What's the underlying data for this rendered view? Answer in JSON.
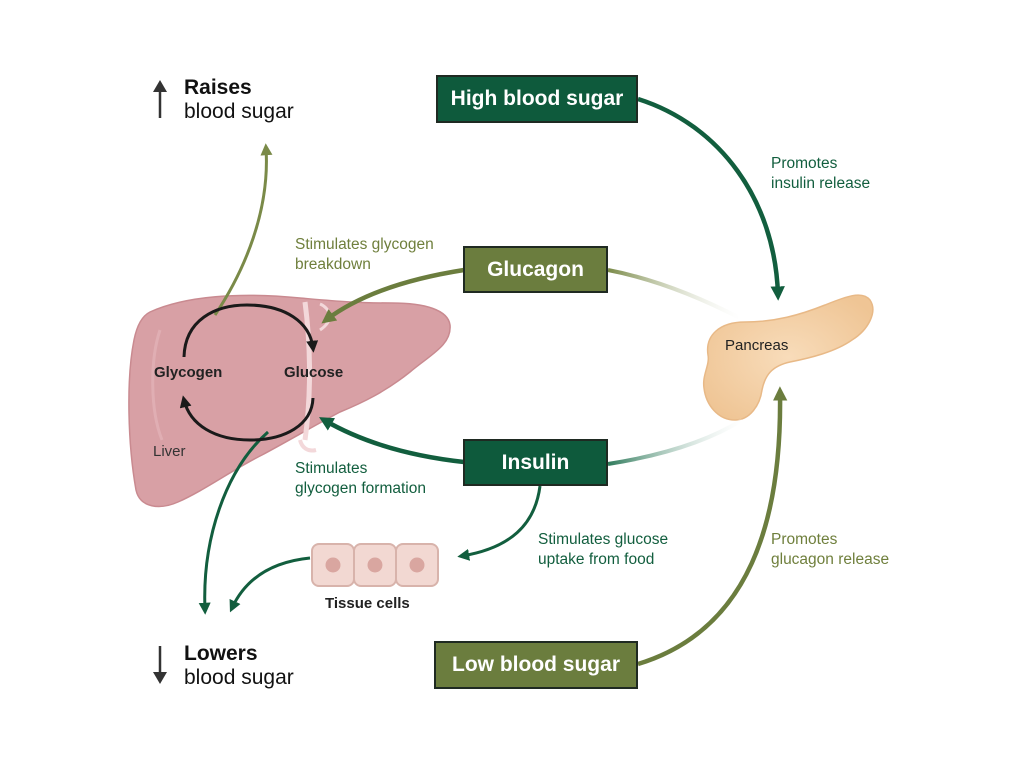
{
  "boxes": {
    "high": "High blood sugar",
    "glucagon": "Glucagon",
    "insulin": "Insulin",
    "low": "Low blood sugar"
  },
  "outcomes": {
    "raises_bold": "Raises",
    "raises_rest": "blood sugar",
    "lowers_bold": "Lowers",
    "lowers_rest": "blood sugar"
  },
  "labels": {
    "promotes_insulin_1": "Promotes",
    "promotes_insulin_2": "insulin release",
    "stim_breakdown_1": "Stimulates glycogen",
    "stim_breakdown_2": "breakdown",
    "stim_formation_1": "Stimulates",
    "stim_formation_2": "glycogen formation",
    "stim_uptake_1": "Stimulates glucose",
    "stim_uptake_2": "uptake from food",
    "promotes_glucagon_1": "Promotes",
    "promotes_glucagon_2": "glucagon release"
  },
  "organs": {
    "liver": "Liver",
    "glycogen": "Glycogen",
    "glucose": "Glucose",
    "pancreas": "Pancreas",
    "tissue_cells": "Tissue cells"
  },
  "icons": [
    "up-arrow-icon",
    "down-arrow-icon",
    "liver-illustration",
    "pancreas-illustration",
    "tissue-cells-illustration"
  ],
  "colors": {
    "dark_green": "#0e5a3c",
    "olive": "#6b7d3e",
    "liver": "#d9a3a7",
    "pancreas": "#f4d2aa"
  }
}
